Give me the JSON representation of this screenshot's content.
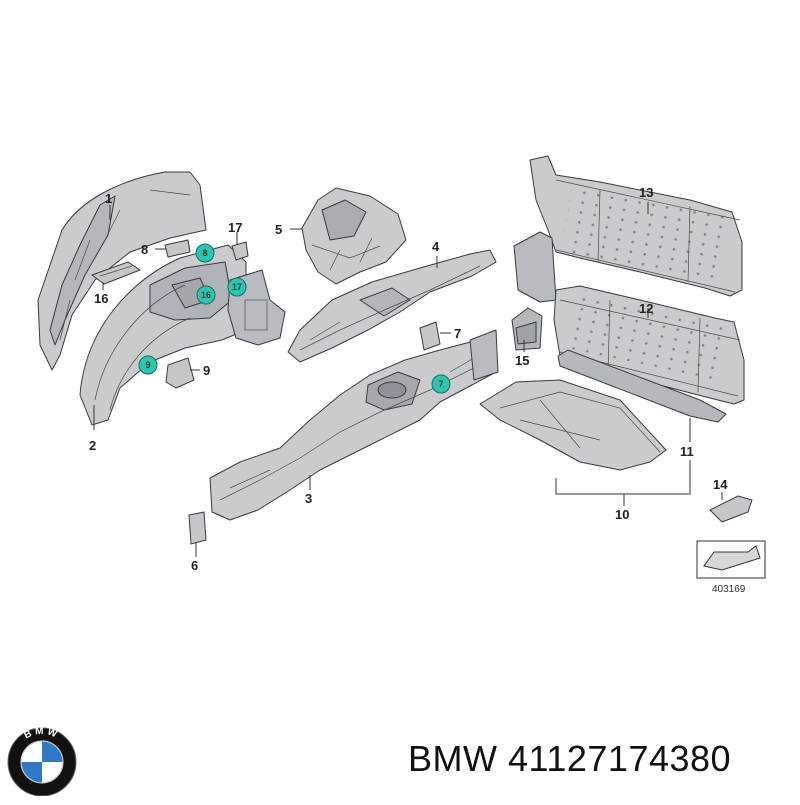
{
  "diagram": {
    "callouts": [
      {
        "id": "c1",
        "text": "1"
      },
      {
        "id": "c2",
        "text": "2"
      },
      {
        "id": "c3",
        "text": "3"
      },
      {
        "id": "c4",
        "text": "4"
      },
      {
        "id": "c5",
        "text": "5"
      },
      {
        "id": "c6",
        "text": "6"
      },
      {
        "id": "c7",
        "text": "7"
      },
      {
        "id": "c8",
        "text": "8"
      },
      {
        "id": "c9",
        "text": "9"
      },
      {
        "id": "c10",
        "text": "10"
      },
      {
        "id": "c11",
        "text": "11"
      },
      {
        "id": "c12",
        "text": "12"
      },
      {
        "id": "c13",
        "text": "13"
      },
      {
        "id": "c14",
        "text": "14"
      },
      {
        "id": "c15",
        "text": "15"
      },
      {
        "id": "c16",
        "text": "16"
      },
      {
        "id": "c17",
        "text": "17"
      }
    ],
    "highlighted_markers": [
      {
        "id": "h8",
        "text": "8"
      },
      {
        "id": "h16",
        "text": "16"
      },
      {
        "id": "h17",
        "text": "17"
      },
      {
        "id": "h9",
        "text": "9"
      },
      {
        "id": "h7",
        "text": "7"
      }
    ],
    "diagram_number": "403169",
    "marker_color": "#2ec4b0",
    "part_fill": "#c9cbcf",
    "part_dark": "#9da0a6"
  },
  "caption": {
    "brand": "BMW",
    "part_number": "41127174380",
    "full": "BMW 41127174380"
  },
  "logo": {
    "text": "BMW",
    "colors": {
      "ring": "#111111",
      "blue": "#2f79c7",
      "white": "#ffffff"
    }
  }
}
